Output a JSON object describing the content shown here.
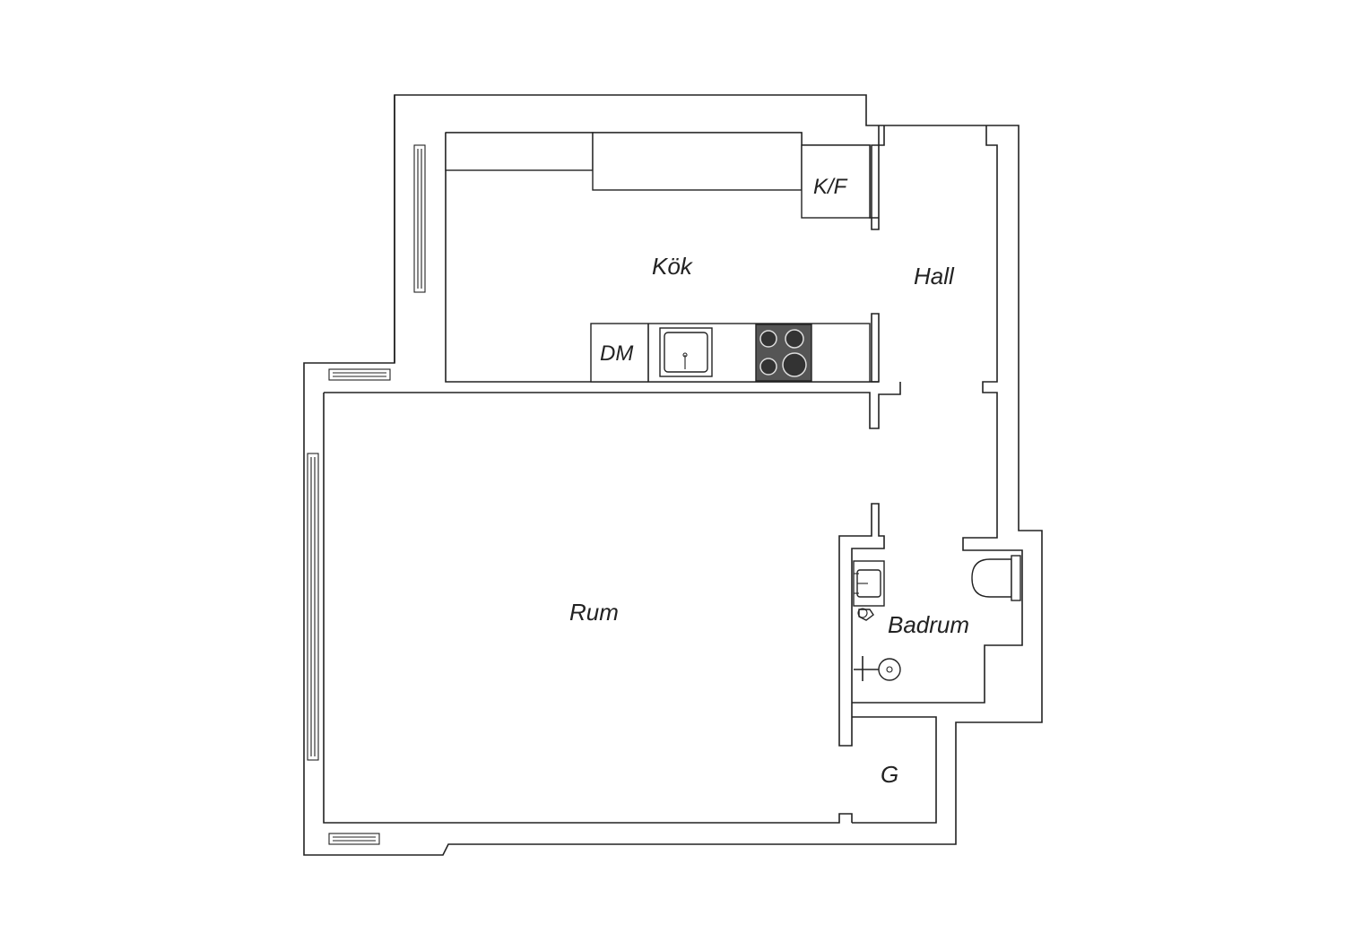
{
  "rooms": {
    "kitchen": "Kök",
    "hall": "Hall",
    "living": "Rum",
    "bathroom": "Badrum",
    "wardrobe": "G"
  },
  "fixtures": {
    "fridge_freezer": "K/F",
    "dishwasher": "DM"
  },
  "colors": {
    "line": "#222222",
    "background": "#ffffff",
    "stove": "#555555"
  }
}
